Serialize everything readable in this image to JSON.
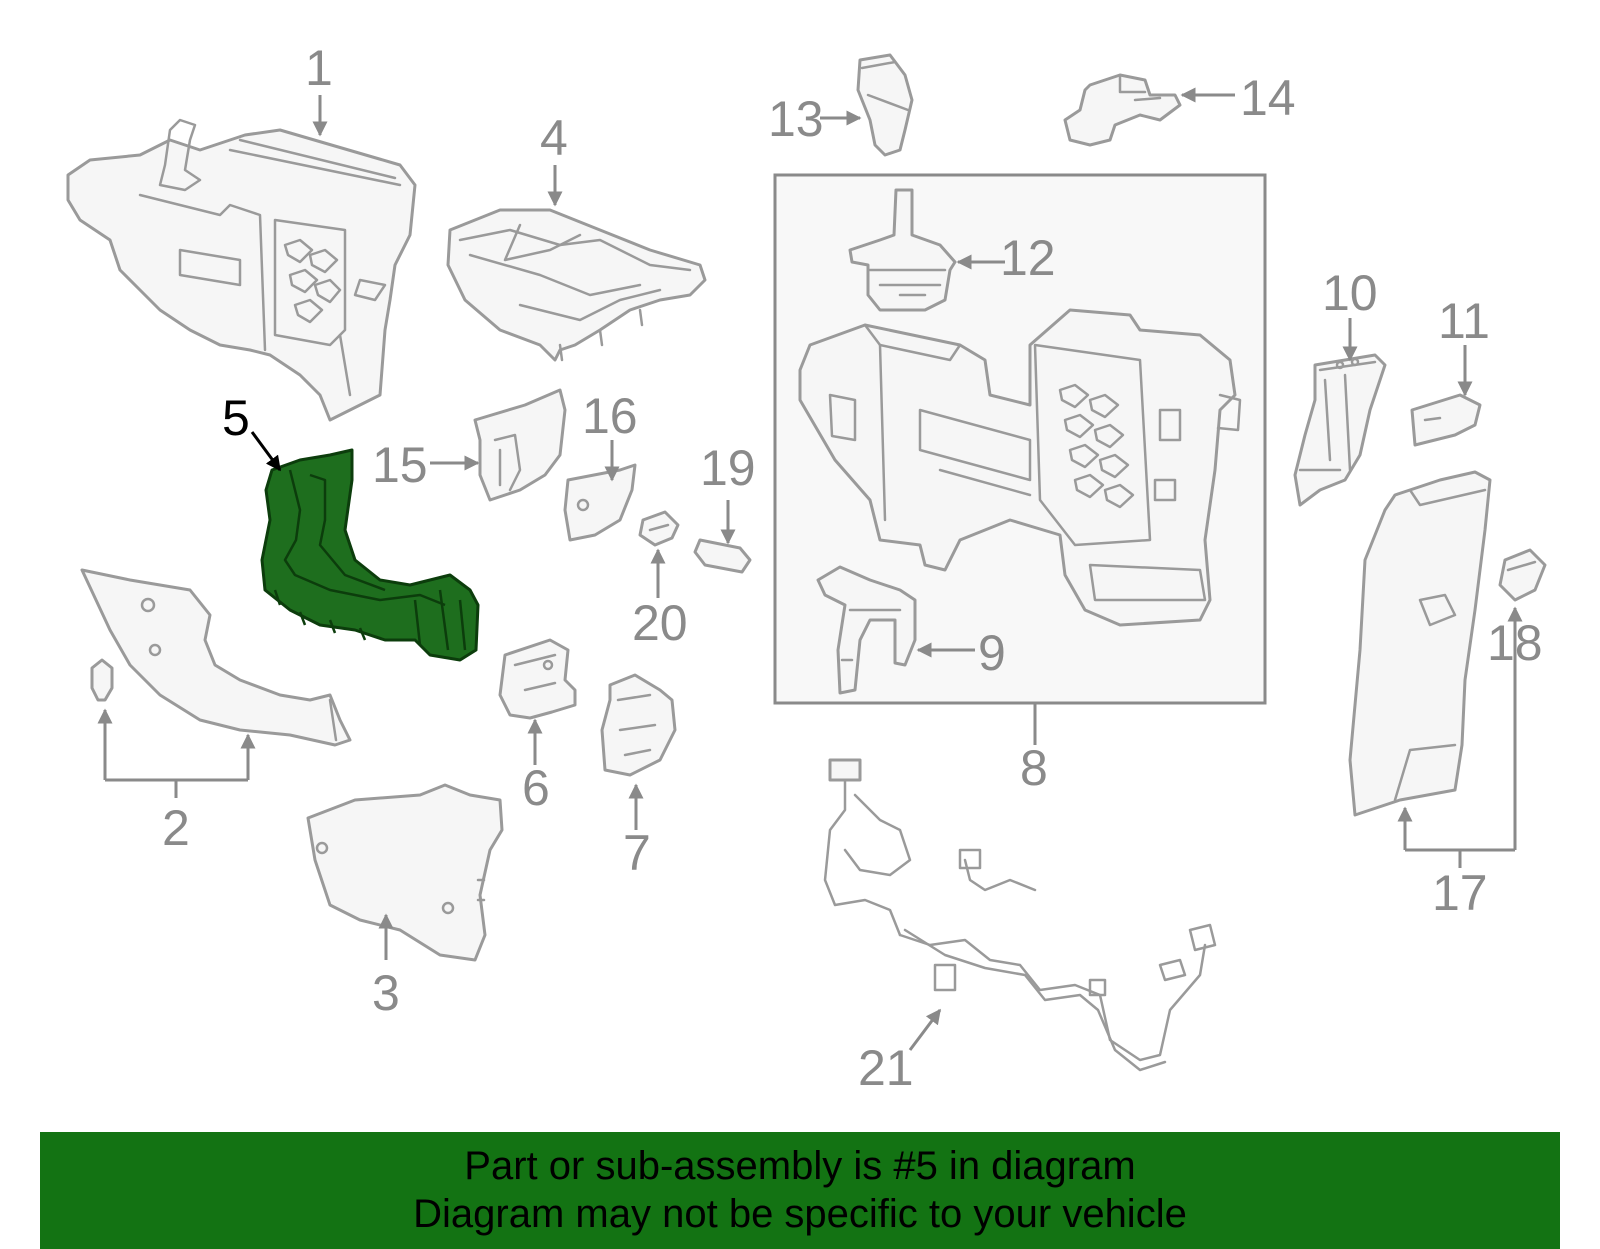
{
  "callouts": {
    "c1": "1",
    "c2": "2",
    "c3": "3",
    "c4": "4",
    "c5": "5",
    "c6": "6",
    "c7": "7",
    "c8": "8",
    "c9": "9",
    "c10": "10",
    "c11": "11",
    "c12": "12",
    "c13": "13",
    "c14": "14",
    "c15": "15",
    "c16": "16",
    "c17": "17",
    "c18": "18",
    "c19": "19",
    "c20": "20",
    "c21": "21"
  },
  "highlighted_part": "5",
  "colors": {
    "highlight_fill": "#1e6e1e",
    "banner": "#137313",
    "linework": "#9a9a9a"
  },
  "footer": {
    "line1": "Part or sub-assembly is #5 in diagram",
    "line2": "Diagram may not be specific to your vehicle"
  }
}
